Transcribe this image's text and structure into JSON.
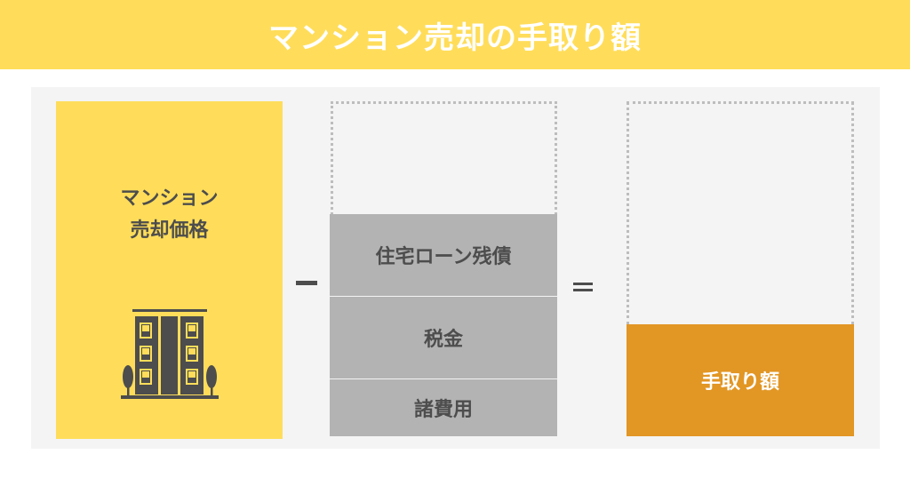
{
  "header": {
    "title": "マンション売却の手取り額"
  },
  "diagram": {
    "price_box": {
      "line1": "マンション",
      "line2": "売却価格",
      "icon": "building-icon"
    },
    "operator_minus": "−",
    "deductions": [
      {
        "label": "住宅ローン残債"
      },
      {
        "label": "税金"
      },
      {
        "label": "諸費用"
      }
    ],
    "operator_equals": "=",
    "result": {
      "label": "手取り額"
    }
  },
  "colors": {
    "header_bg": "#ffdd5a",
    "price_box": "#ffdd5a",
    "deduction_box": "#b3b3b3",
    "result_box": "#e29624",
    "text_dark": "#4d4d4d",
    "panel_bg": "#f4f4f4"
  }
}
